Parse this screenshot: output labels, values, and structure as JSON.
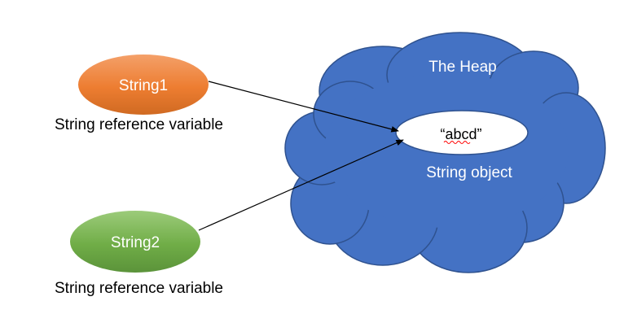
{
  "heap": {
    "title": "The Heap",
    "fill_color": "#4472C4",
    "stroke_color": "#2F528F",
    "text_color": "#FFFFFF"
  },
  "string_object": {
    "value": "“abcd”",
    "label": "String object",
    "fill_color": "#FFFFFF"
  },
  "ref1": {
    "label": "String1",
    "caption": "String reference variable",
    "fill_color": "#ED7D31"
  },
  "ref2": {
    "label": "String2",
    "caption": "String reference variable",
    "fill_color": "#70AD47"
  },
  "arrow_color": "#000000",
  "spellcheck_underline_color": "#FF0000"
}
